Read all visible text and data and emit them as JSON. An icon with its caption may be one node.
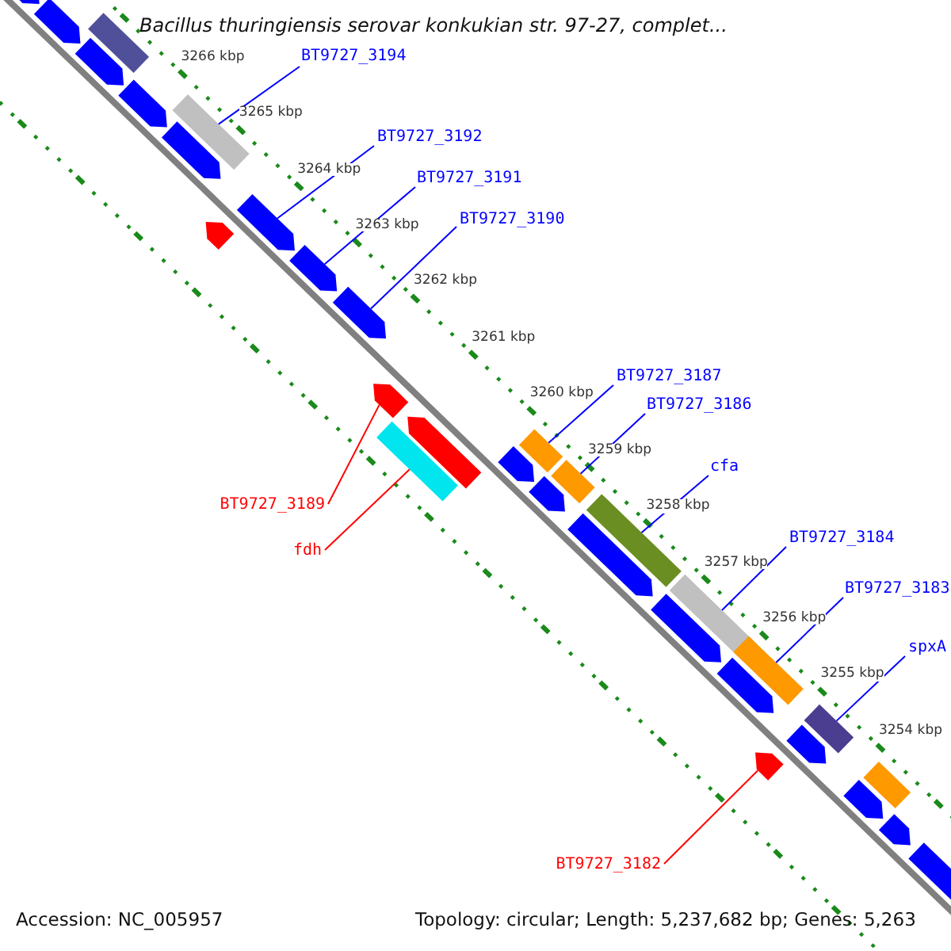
{
  "diagram": {
    "title": "Bacillus thuringiensis serovar konkukian str. 97-27, complet...",
    "nodes": [
      {
        "text": [
          "BT9727_3194"
        ]
      },
      {
        "text": [
          "BT9727_3192"
        ]
      },
      {
        "text": [
          "BT9727_3191"
        ]
      },
      {
        "text": [
          "BT9727_3190"
        ]
      },
      {
        "text": [
          "BT9727_3187"
        ]
      },
      {
        "text": [
          "BT9727_3186"
        ]
      },
      {
        "text": [
          "cfa"
        ]
      },
      {
        "text": [
          "BT9727_3184"
        ]
      },
      {
        "text": [
          "BT9727_3183"
        ]
      },
      {
        "text": [
          "spxA"
        ]
      },
      {
        "text": [
          "BT9727_3189"
        ]
      },
      {
        "text": [
          "fdh"
        ]
      },
      {
        "text": [
          "BT9727_3182"
        ]
      },
      {
        "text": [],
        "shape": "pentagon"
      },
      {
        "text": [],
        "shape": "pentagon"
      },
      {
        "text": [],
        "shape": "box"
      },
      {
        "text": [],
        "shape": "pentagon"
      },
      {
        "text": [],
        "shape": "pentagon"
      },
      {
        "text": [],
        "shape": "box"
      },
      {
        "text": [],
        "shape": "pentagon"
      },
      {
        "text": [],
        "shape": "pentagon"
      },
      {
        "text": [],
        "shape": "pentagon"
      },
      {
        "text": [],
        "shape": "pentagon"
      },
      {
        "text": [],
        "shape": "pentagon"
      },
      {
        "text": [],
        "shape": "pentagon"
      },
      {
        "text": [],
        "shape": "box"
      },
      {
        "text": [],
        "shape": "pentagon"
      },
      {
        "text": [],
        "shape": "pentagon"
      },
      {
        "text": [],
        "shape": "box"
      },
      {
        "text": [],
        "shape": "pentagon"
      },
      {
        "text": [],
        "shape": "box"
      },
      {
        "text": [],
        "shape": "box"
      },
      {
        "text": [],
        "shape": "pentagon"
      },
      {
        "text": [],
        "shape": "box"
      },
      {
        "text": [],
        "shape": "pentagon"
      },
      {
        "text": [],
        "shape": "box"
      },
      {
        "text": [],
        "shape": "pentagon"
      },
      {
        "text": [],
        "shape": "pentagon"
      },
      {
        "text": [],
        "shape": "box"
      },
      {
        "text": [],
        "shape": "pentagon"
      },
      {
        "text": [],
        "shape": "box"
      },
      {
        "text": [],
        "shape": "pentagon"
      },
      {
        "text": [],
        "shape": "pentagon"
      },
      {
        "text": [],
        "shape": "pentagon"
      }
    ],
    "edges": [
      {
        "from": 0,
        "to": 18,
        "arrow": "none"
      },
      {
        "from": 1,
        "to": 21,
        "arrow": "none"
      },
      {
        "from": 2,
        "to": 22,
        "arrow": "none"
      },
      {
        "from": 3,
        "to": 23,
        "arrow": "none"
      },
      {
        "from": 4,
        "to": 28,
        "arrow": "none"
      },
      {
        "from": 5,
        "to": 30,
        "arrow": "none"
      },
      {
        "from": 6,
        "to": 31,
        "arrow": "none"
      },
      {
        "from": 7,
        "to": 33,
        "arrow": "none"
      },
      {
        "from": 8,
        "to": 35,
        "arrow": "none"
      },
      {
        "from": 9,
        "to": 38,
        "arrow": "none"
      },
      {
        "from": 10,
        "to": 24,
        "arrow": "none",
        "color": "#ff0000"
      },
      {
        "from": 11,
        "to": 25,
        "arrow": "none",
        "color": "#ff0000"
      },
      {
        "from": 12,
        "to": 37,
        "arrow": "none",
        "color": "#ff0000"
      }
    ],
    "labels": [
      "3266 kbp",
      "3265 kbp",
      "3264 kbp",
      "3263 kbp",
      "3262 kbp",
      "3261 kbp",
      "3260 kbp",
      "3259 kbp",
      "3258 kbp",
      "3257 kbp",
      "3256 kbp",
      "3255 kbp",
      "3254 kbp",
      "Accession: NC_005957",
      "Topology: circular; Length: 5,237,682 bp; Genes: 5,263"
    ]
  }
}
